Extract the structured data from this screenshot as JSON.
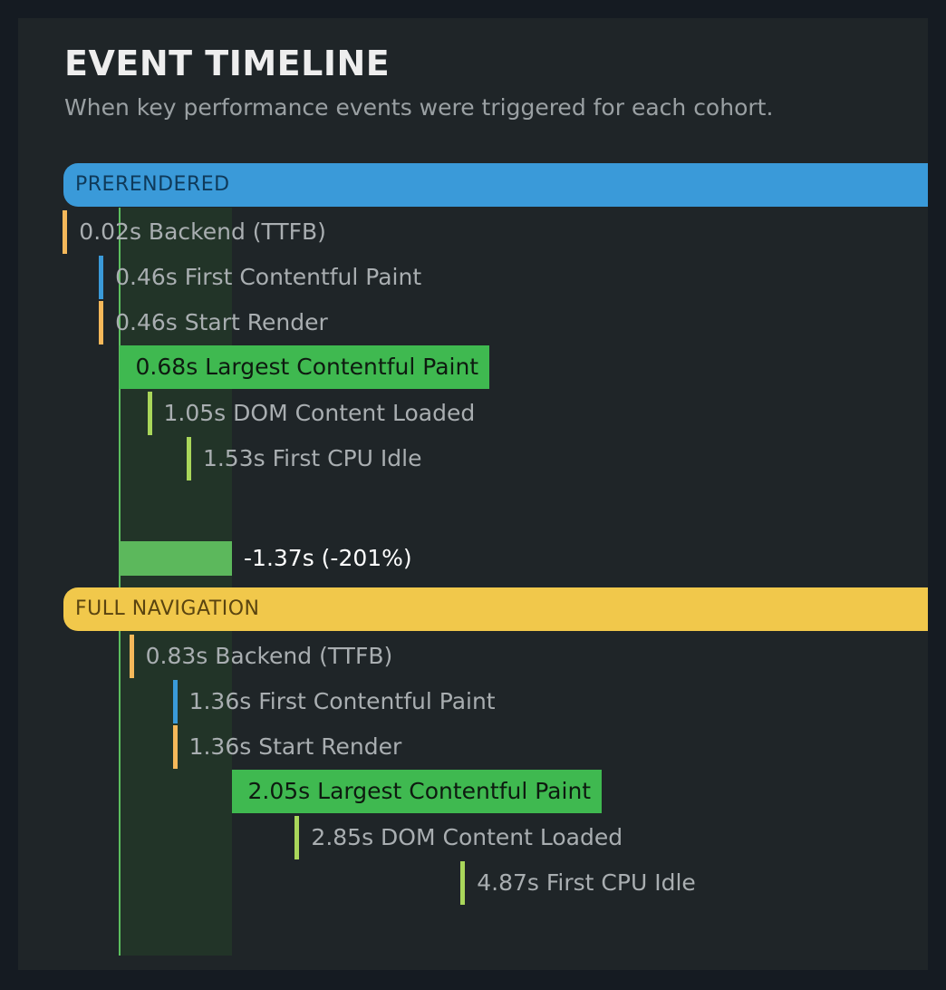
{
  "header": {
    "title": "EVENT TIMELINE",
    "subtitle": "When key performance events were triggered for each cohort."
  },
  "colors": {
    "backend": "#f5b85a",
    "fcp": "#3a9ad9",
    "startRender": "#f5b85a",
    "lcp": "#3fb950",
    "dcl": "#a9d65a",
    "cpu": "#a9d65a",
    "prerendered": "#3a9ad9",
    "fullnav": "#f1c84b"
  },
  "cohorts": [
    {
      "label": "PRERENDERED",
      "color": "#3a9ad9",
      "textColor": "#0f3a5a",
      "events": [
        {
          "time": 0.02,
          "label": "0.02s Backend (TTFB)",
          "kind": "backend"
        },
        {
          "time": 0.46,
          "label": "0.46s First Contentful Paint",
          "kind": "fcp"
        },
        {
          "time": 0.46,
          "label": "0.46s Start Render",
          "kind": "startRender"
        },
        {
          "time": 0.68,
          "label": "0.68s Largest Contentful Paint",
          "kind": "lcp"
        },
        {
          "time": 1.05,
          "label": "1.05s DOM Content Loaded",
          "kind": "dcl"
        },
        {
          "time": 1.53,
          "label": "1.53s First CPU Idle",
          "kind": "cpu"
        }
      ]
    },
    {
      "label": "FULL NAVIGATION",
      "color": "#f1c84b",
      "textColor": "#5a4410",
      "events": [
        {
          "time": 0.83,
          "label": "0.83s Backend (TTFB)",
          "kind": "backend"
        },
        {
          "time": 1.36,
          "label": "1.36s First Contentful Paint",
          "kind": "fcp"
        },
        {
          "time": 1.36,
          "label": "1.36s Start Render",
          "kind": "startRender"
        },
        {
          "time": 2.05,
          "label": "2.05s Largest Contentful Paint",
          "kind": "lcp"
        },
        {
          "time": 2.85,
          "label": "2.85s DOM Content Loaded",
          "kind": "dcl"
        },
        {
          "time": 4.87,
          "label": "4.87s First CPU Idle",
          "kind": "cpu"
        }
      ]
    }
  ],
  "difference": {
    "seconds": -1.37,
    "label": "-1.37s (-201%)"
  }
}
